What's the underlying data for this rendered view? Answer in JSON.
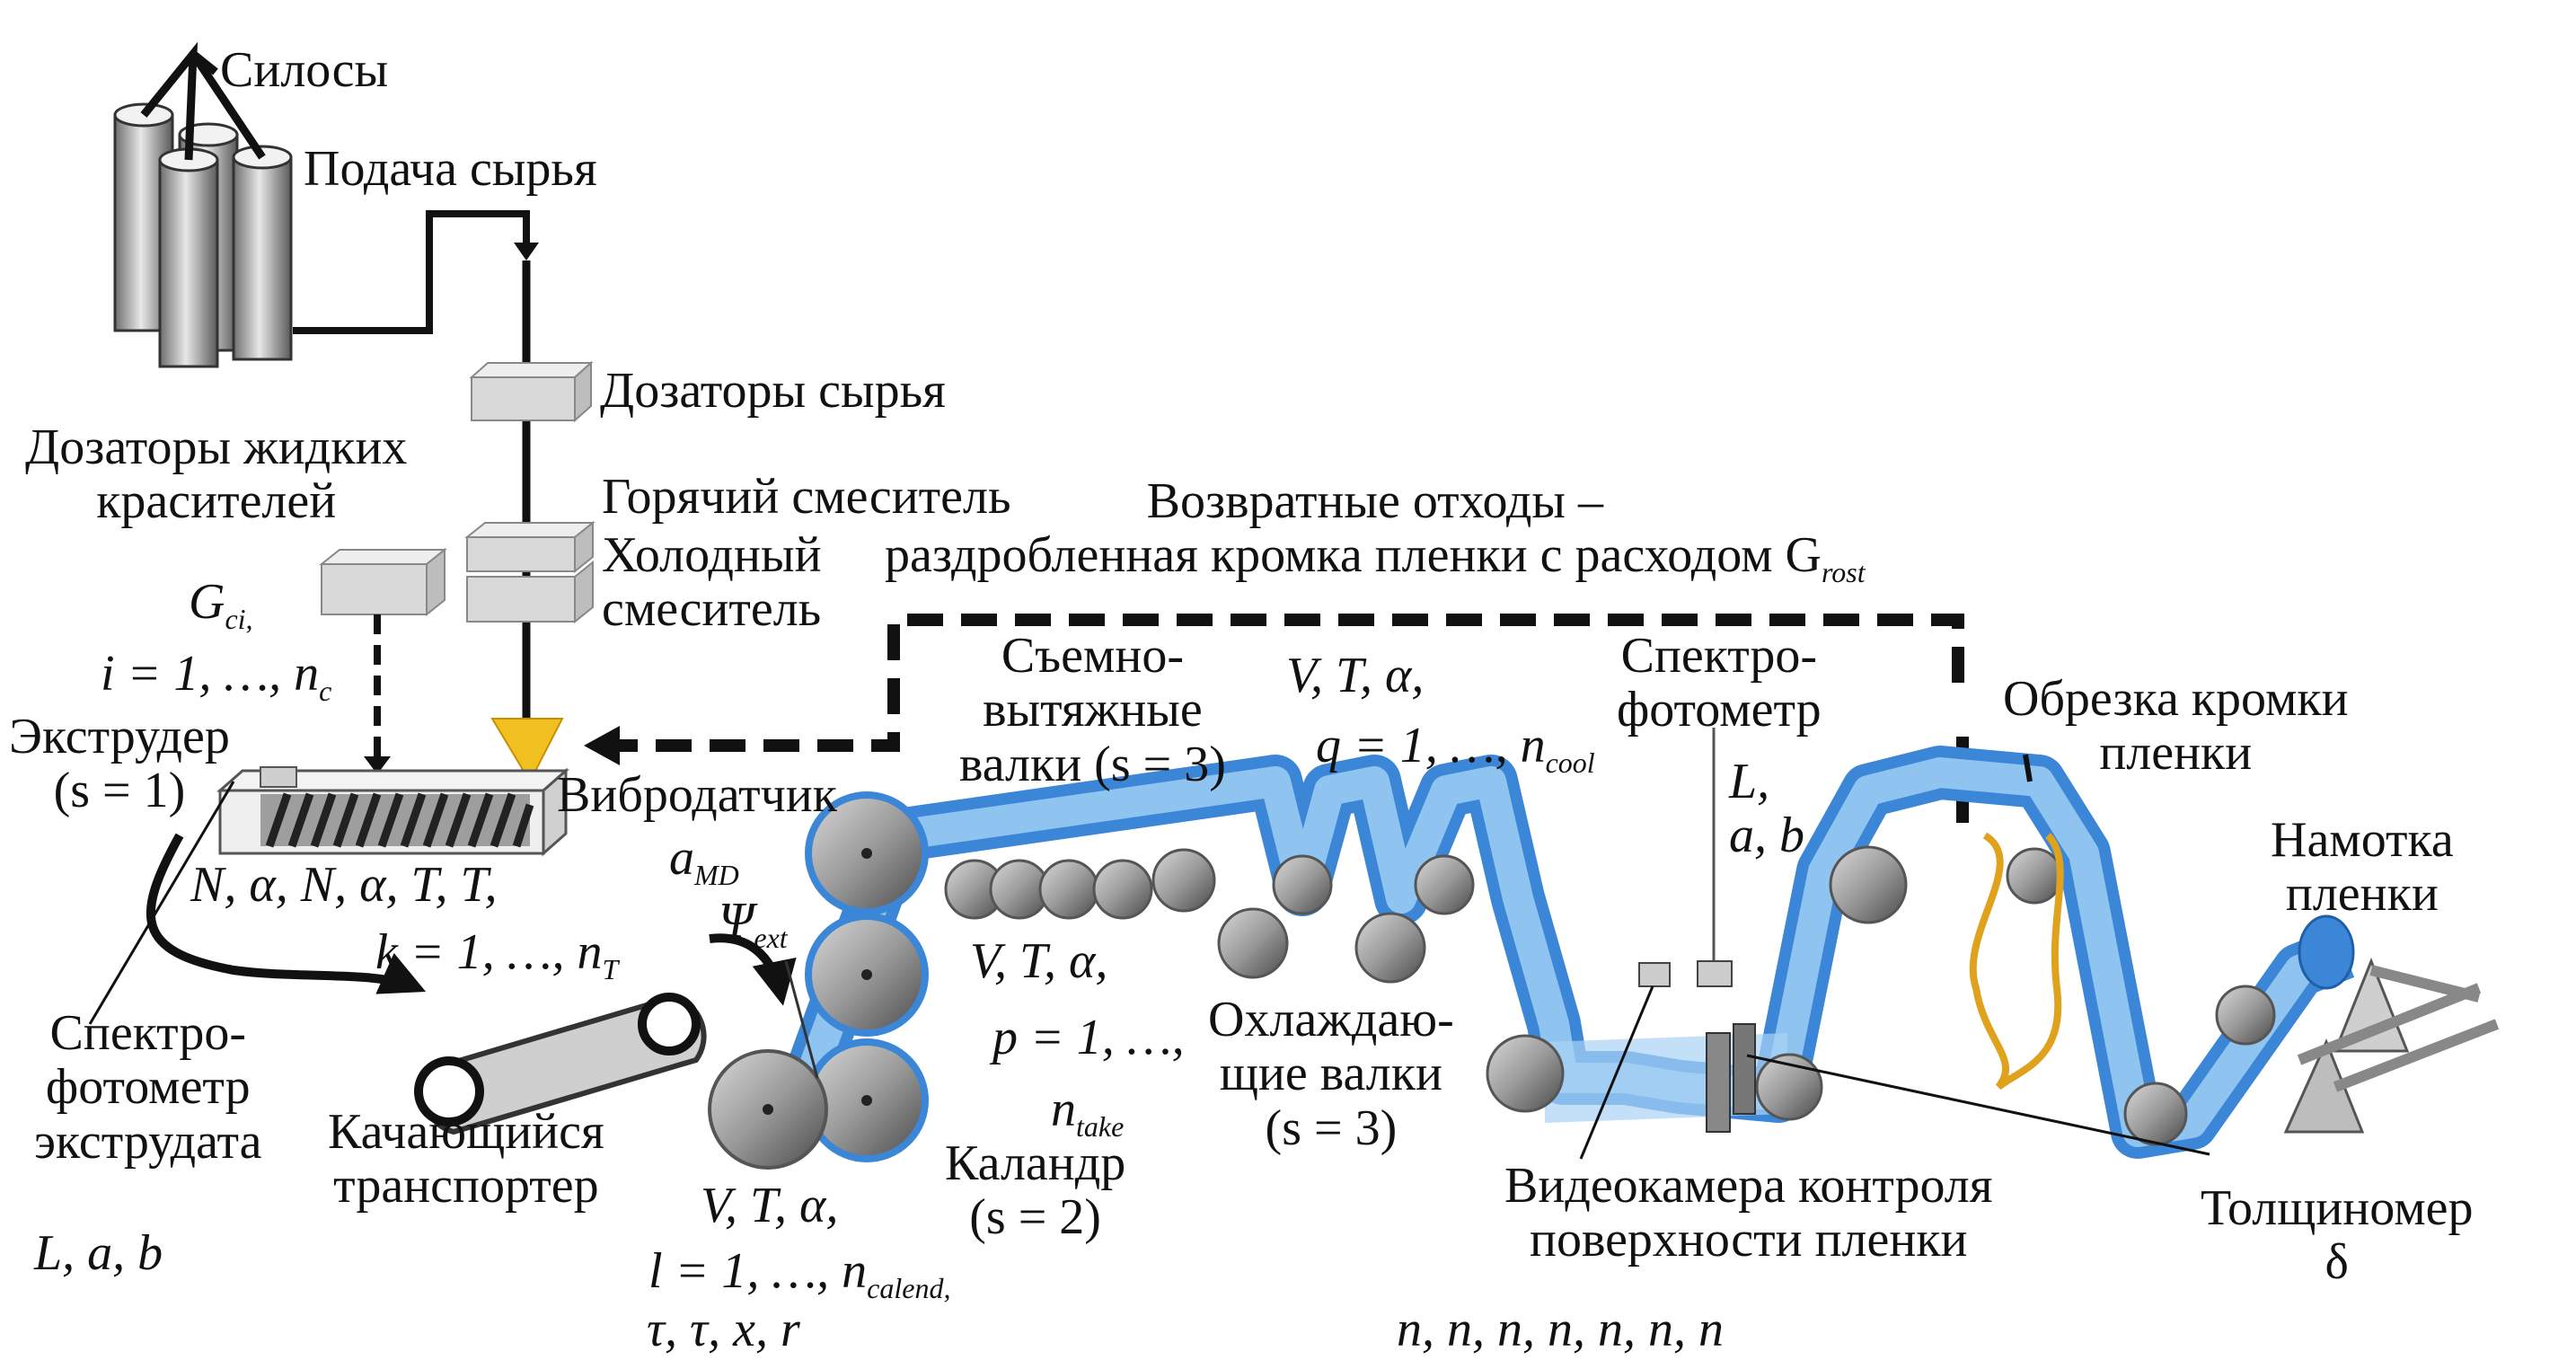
{
  "labels": {
    "silos": "Силосы",
    "raw_feed": "Подача сырья",
    "raw_dosers": "Дозаторы сырья",
    "liquid_dye_dosers": "Дозаторы жидких\nкрасителей",
    "hot_mixer": "Горячий смеситель",
    "cold_mixer": "Холодный\nсмеситель",
    "return_waste": "Возвратные отходы –\nраздробленная кромка пленки с расходом G",
    "return_waste_sub": "rost",
    "dye_vars": "G",
    "dye_vars_sub": "ci,",
    "dye_index": "i = 1, …, n",
    "dye_index_sub": "c",
    "extruder": "Экструдер\n(s = 1)",
    "vibro_sensor": "Вибродатчик",
    "vibro_vars": "a",
    "vibro_vars_sub": "MD",
    "psi": "Ψ",
    "psi_sub": "ext",
    "extruder_vars": "N, α, N, α, T, T,",
    "extruder_index": "k = 1, …, n",
    "extruder_index_sub": "T",
    "spectro_extrudate": "Спектро-\nфотометр\nэкструдата",
    "spectro_extrudate_vars": "L, a, b",
    "swing_conveyor": "Качающийся\nтранспортер",
    "pull_rolls": "Съемно-\nвытяжные\nвалки (s = 3)",
    "pull_vars": "V, T, α,",
    "pull_index": "p = 1, …,",
    "pull_index2": "n",
    "pull_index2_sub": "take",
    "calender": "Каландр\n(s = 2)",
    "calender_vars": "V, T, α,",
    "calender_index": "l = 1, …, n",
    "calender_index_sub": "calend,",
    "calender_tau": "τ, τ, x, r",
    "cooling_vars": "V, T, α,",
    "cooling_index": "q = 1, …, n",
    "cooling_index_sub": "cool",
    "cooling_rolls": "Охлаждаю-\nщие валки\n(s = 3)",
    "spectro_film": "Спектро-\nфотометр",
    "spectro_film_vars": "L,\na, b",
    "edge_trim": "Обрезка кромки\nпленки",
    "winding": "Намотка\nпленки",
    "thickness_gauge": "Толщиномер\nδ",
    "video_camera": "Видеокамера контроля\nповерхности пленки",
    "defect_vars": "n, n, n, n, n, n, n"
  },
  "colors": {
    "film_blue": "#3b86d6",
    "film_light": "#8fc4f0",
    "roll_gray": "#8c8c8c",
    "line_black": "#111111",
    "edge_trim_wire": "#e0a21c",
    "cone": "#f0c020"
  }
}
